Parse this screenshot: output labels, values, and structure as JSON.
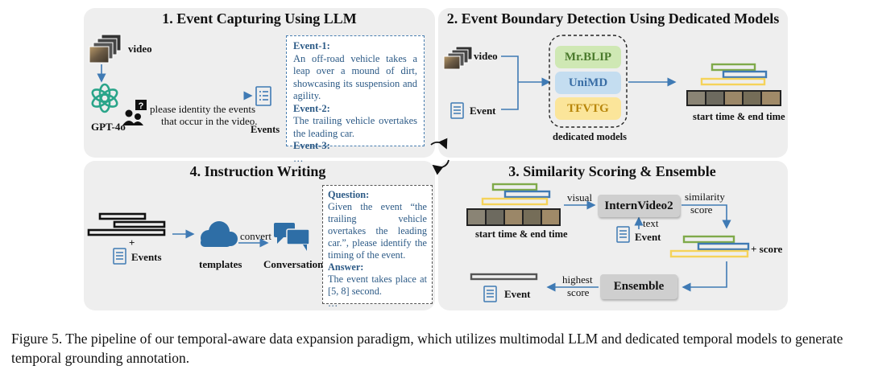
{
  "panel1": {
    "title": "1. Event Capturing Using LLM",
    "video_label": "video",
    "gpt_label": "GPT-4o",
    "prompt_line1": "please identity the events",
    "prompt_line2": "that occur in the video.",
    "events_label": "Events",
    "event_list": [
      {
        "head": "Event-1:",
        "text": "An off-road vehicle takes a leap over a mound of dirt, showcasing its suspension and agility."
      },
      {
        "head": "Event-2:",
        "text": "The trailing vehicle overtakes the leading car."
      },
      {
        "head": "Event-3:",
        "text": "…"
      }
    ]
  },
  "panel2": {
    "title": "2. Event Boundary Detection Using Dedicated Models",
    "video_label": "video",
    "event_label": "Event",
    "models": [
      {
        "name": "Mr.BLIP",
        "color": "#cfe8b4"
      },
      {
        "name": "UniMD",
        "color": "#c4ddf0"
      },
      {
        "name": "TFVTG",
        "color": "#fbe59a"
      }
    ],
    "models_caption": "dedicated models",
    "output_label": "start time & end time"
  },
  "panel3": {
    "title": "3. Similarity Scoring & Ensemble",
    "frames_label": "start time & end time",
    "visual_label": "visual",
    "model_name": "InternVideo2",
    "text_label": "text",
    "event_label": "Event",
    "similarity_label": "similarity",
    "score_label": "score",
    "plus_score_label": "+ score",
    "ensemble_label": "Ensemble",
    "highest_label": "highest",
    "highest_score_label": "score",
    "final_event_label": "Event"
  },
  "panel4": {
    "title": "4. Instruction Writing",
    "plus_label": "+",
    "events_label": "Events",
    "templates_label": "templates",
    "convert_label": "convert",
    "conversation_label": "Conversation",
    "question_head": "Question:",
    "question_text": "Given the event “the trailing vehicle overtakes the leading car.”, please identify the timing of the event.",
    "answer_head": "Answer:",
    "answer_text": "The event takes place at [5, 8] second.",
    "ellipsis": "…"
  },
  "colors": {
    "arrow_blue": "#3f7ab4",
    "bar_green": "#7faa4a",
    "bar_blue": "#3f7ab4",
    "bar_yellow": "#f5d35a",
    "gpt_green": "#2aa58a",
    "cloud_blue": "#2e6ea6"
  },
  "caption": "Figure 5. The pipeline of our temporal-aware data expansion paradigm, which utilizes multimodal LLM and dedicated temporal models to generate temporal grounding annotation."
}
